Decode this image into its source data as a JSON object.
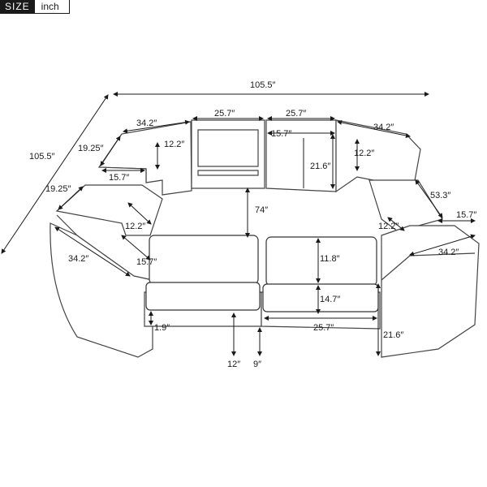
{
  "badge": {
    "size_label": "SIZE",
    "unit_label": "inch"
  },
  "dimensions": {
    "overall_width": "105.5″",
    "overall_depth": "105.5″",
    "inner_gap": "74″",
    "top_table_left": "25.7″",
    "top_table_right": "25.7″",
    "top_corner_left": "34.2″",
    "top_corner_right": "34.2″",
    "left_corner_depth": "19.25″",
    "left_side_depth": "19.25″",
    "left_table_top": "12.2″",
    "left_table_width": "15.7″",
    "left_corner_inner": "12.2″",
    "left_round_width": "34.2″",
    "left_round_inner": "15.7″",
    "center_shelf_depth": "15.7″",
    "center_height": "21.6″",
    "right_corner_inner": "12.2″",
    "right_table_length": "53.3″",
    "right_table_inner": "12.2″",
    "right_round_top": "15.7″",
    "right_round_width": "34.2″",
    "right_round_height": "21.6″",
    "sofa_back_height": "11.8″",
    "sofa_seat_depth": "14.7″",
    "sofa_width": "25.7″",
    "sofa_leg": "1.9″",
    "sofa_seat_height": "12″",
    "sofa_gap": "9″"
  }
}
